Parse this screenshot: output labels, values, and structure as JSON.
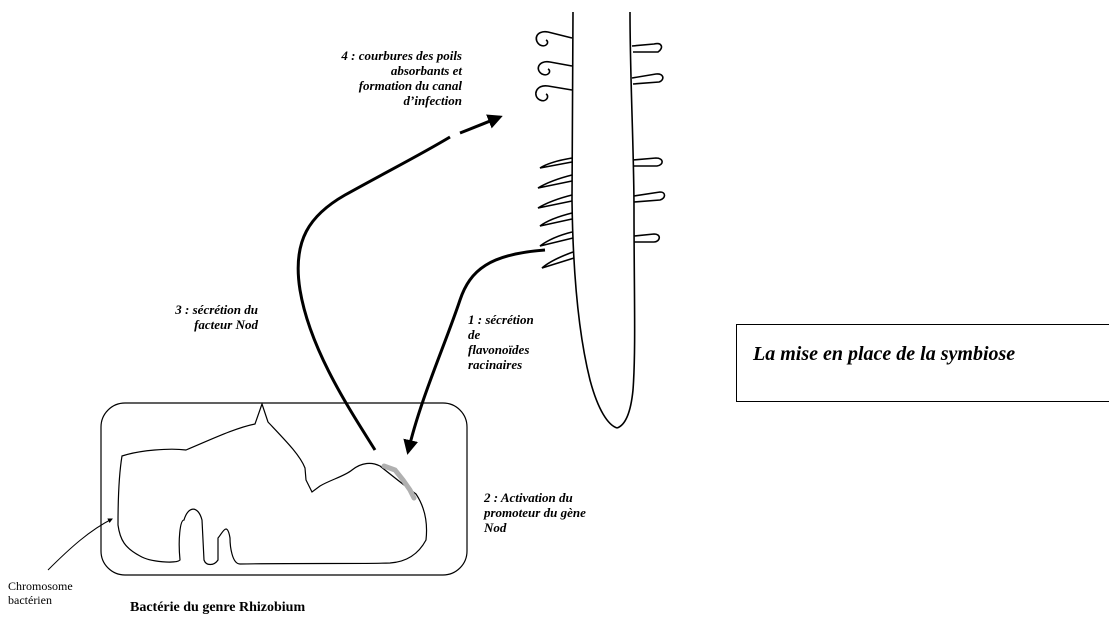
{
  "title": "La mise en place de la symbiose",
  "steps": {
    "step1": [
      "1 : sécrétion",
      "de",
      "flavonoïdes",
      "racinaires"
    ],
    "step2": [
      "2 : Activation du",
      "promoteur du gène",
      "Nod"
    ],
    "step3": [
      "3 : sécrétion du",
      "facteur Nod"
    ],
    "step4": [
      "4 : courbures des poils",
      "absorbants et",
      "formation du canal",
      "d’infection"
    ]
  },
  "labels": {
    "chromosome": [
      "Chromosome",
      "bactérien"
    ],
    "bacteria": "Bactérie du genre Rhizobium"
  }
}
